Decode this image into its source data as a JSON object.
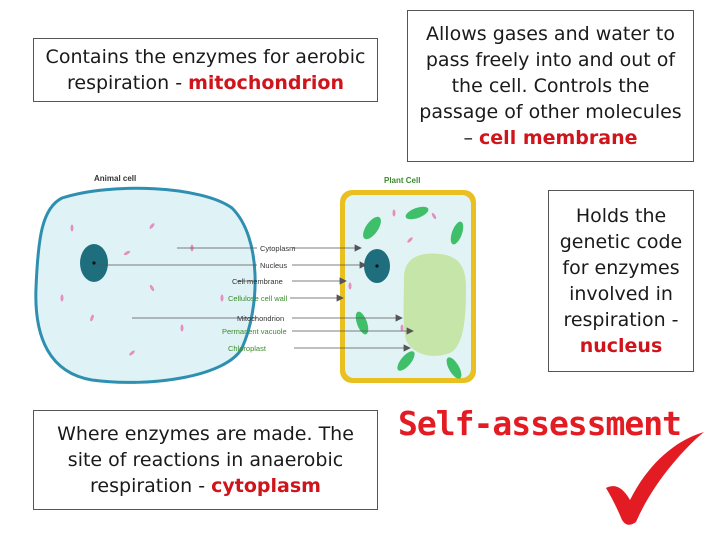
{
  "boxes": {
    "mitochondrion": {
      "text": "Contains the enzymes for aerobic respiration - ",
      "answer": "mitochondrion"
    },
    "cell_membrane": {
      "text": "Allows gases and water to pass freely into and out of the cell. Controls the passage of other molecules – ",
      "answer": "cell membrane"
    },
    "nucleus": {
      "text": "Holds the genetic code for enzymes involved in respiration - ",
      "answer": "nucleus"
    },
    "cytoplasm": {
      "text": "Where enzymes are made. The site of reactions in anaerobic respiration - ",
      "answer": "cytoplasm"
    }
  },
  "diagram": {
    "animal_title": "Animal cell",
    "plant_title": "Plant Cell",
    "labels": {
      "cytoplasm": "Cytoplasm",
      "nucleus": "Nucleus",
      "cell_membrane": "Cell membrane",
      "cellulose_cell_wall": "Cellulose cell wall",
      "mitochondrion": "Mitochondrion",
      "permanent_vacuole": "Permanent vacuole",
      "chloroplast": "Chloroplast"
    }
  },
  "self_assessment": "Self-assessment",
  "icons": {
    "tick": "checkmark-icon"
  },
  "colors": {
    "answer": "#d0141b",
    "heading": "#e31b23",
    "label_black": "#333333",
    "label_green": "#3a8a2a"
  }
}
